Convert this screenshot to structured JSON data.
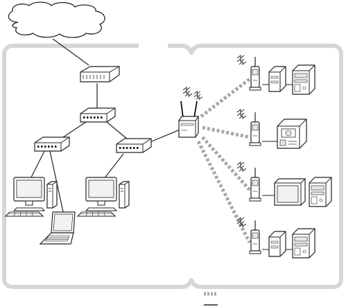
{
  "diagram": {
    "kind": "network-topology",
    "nodes": [
      {
        "id": "internet",
        "type": "cloud"
      },
      {
        "id": "router",
        "type": "router"
      },
      {
        "id": "hub-main",
        "type": "switching-hub"
      },
      {
        "id": "hub-left",
        "type": "switching-hub"
      },
      {
        "id": "hub-right",
        "type": "switching-hub"
      },
      {
        "id": "pc-left",
        "type": "desktop-pc"
      },
      {
        "id": "laptop",
        "type": "laptop-pc"
      },
      {
        "id": "pc-right",
        "type": "desktop-pc"
      },
      {
        "id": "access-point",
        "type": "wireless-access-point"
      },
      {
        "id": "client-1",
        "type": "wireless-client-converter",
        "attached": [
          "small-device",
          "tower-device"
        ]
      },
      {
        "id": "client-2",
        "type": "wireless-client-converter",
        "attached": [
          "printer-device"
        ]
      },
      {
        "id": "client-3",
        "type": "wireless-client-converter",
        "attached": [
          "panel-display",
          "tower-device"
        ]
      },
      {
        "id": "client-4",
        "type": "wireless-client-converter",
        "attached": [
          "small-device",
          "tower-device"
        ]
      }
    ],
    "wired_links": [
      [
        "internet",
        "router"
      ],
      [
        "router",
        "hub-main"
      ],
      [
        "hub-main",
        "hub-left"
      ],
      [
        "hub-main",
        "hub-right"
      ],
      [
        "hub-left",
        "pc-left"
      ],
      [
        "hub-left",
        "laptop"
      ],
      [
        "hub-right",
        "pc-right"
      ],
      [
        "hub-right",
        "access-point"
      ]
    ],
    "wireless_links": [
      [
        "access-point",
        "client-1"
      ],
      [
        "access-point",
        "client-2"
      ],
      [
        "access-point",
        "client-3"
      ],
      [
        "access-point",
        "client-4"
      ]
    ],
    "legend": [
      {
        "kind": "wireless",
        "color": "#a8a8a8"
      },
      {
        "kind": "wired",
        "color": "#222222"
      }
    ],
    "colors": {
      "line": "#222222",
      "wireless": "#a8a8a8",
      "panel_border": "#d6d6d6",
      "device_fill": "#ffffff",
      "device_shade": "#e6e6e6",
      "screen": "#f2f2f2"
    }
  }
}
